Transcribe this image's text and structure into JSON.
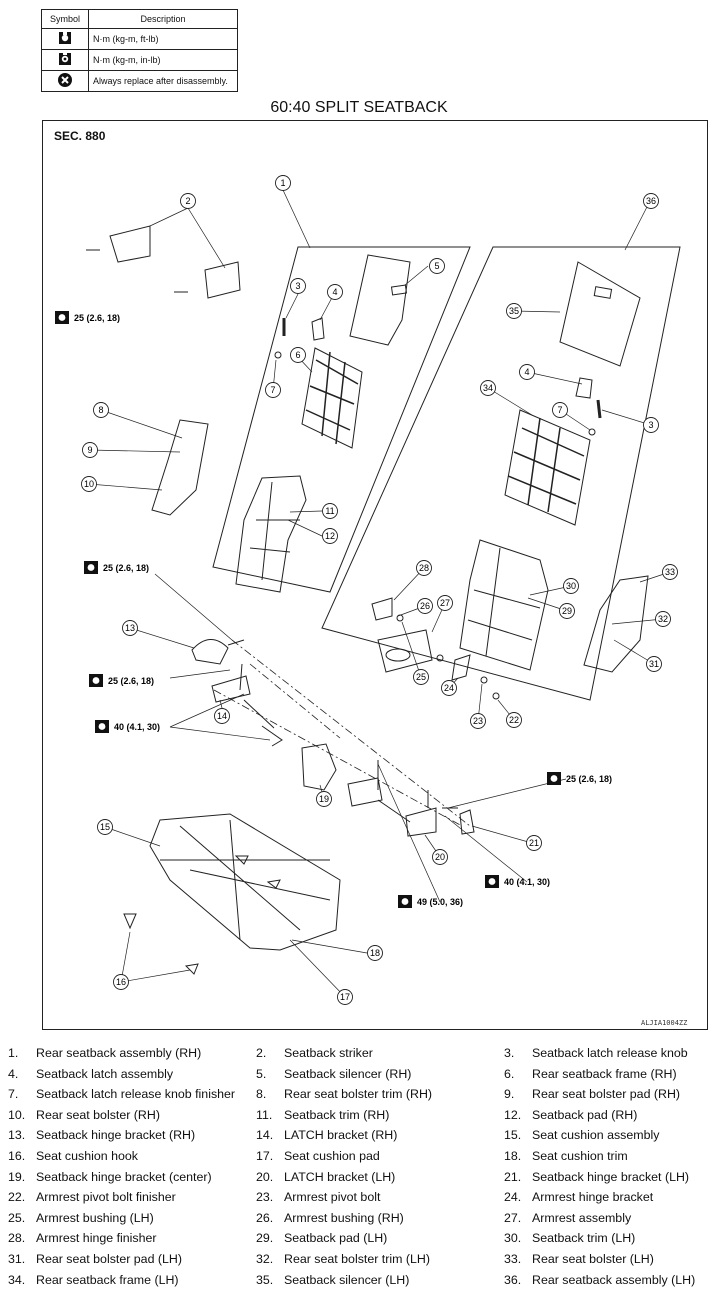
{
  "legend": {
    "headers": [
      "Symbol",
      "Description"
    ],
    "rows": [
      {
        "icon": "torque-wrench-icon",
        "text": "N·m (kg-m, ft-lb)"
      },
      {
        "icon": "torque-wrench-small-icon",
        "text": "N·m (kg-m, in-lb)"
      },
      {
        "icon": "replace-x-icon",
        "text": "Always replace after disassembly."
      }
    ]
  },
  "title": "60:40 SPLIT SEATBACK",
  "section": "SEC. 880",
  "figure_id": "ALJIA1004ZZ",
  "torque_labels": [
    "25 (2.6, 18)",
    "25 (2.6, 18)",
    "25 (2.6, 18)",
    "40 (4.1, 30)",
    "25 (2.6, 18)",
    "40 (4.1, 30)",
    "49 (5.0, 36)"
  ],
  "callouts": [
    "1",
    "2",
    "3",
    "4",
    "5",
    "6",
    "7",
    "8",
    "9",
    "10",
    "11",
    "12",
    "13",
    "14",
    "15",
    "16",
    "17",
    "18",
    "19",
    "20",
    "21",
    "22",
    "23",
    "24",
    "25",
    "26",
    "27",
    "28",
    "29",
    "30",
    "31",
    "32",
    "33",
    "34",
    "35",
    "36",
    "3",
    "4",
    "7",
    "16"
  ],
  "parts": [
    [
      "1.",
      "Rear seatback assembly (RH)",
      "2.",
      "Seatback striker",
      "3.",
      "Seatback latch release knob"
    ],
    [
      "4.",
      "Seatback latch assembly",
      "5.",
      "Seatback silencer (RH)",
      "6.",
      "Rear seatback frame (RH)"
    ],
    [
      "7.",
      "Seatback latch release knob finisher",
      "8.",
      "Rear seat bolster trim (RH)",
      "9.",
      "Rear seat bolster pad (RH)"
    ],
    [
      "10.",
      "Rear seat bolster (RH)",
      "11.",
      "Seatback trim (RH)",
      "12.",
      "Seatback pad (RH)"
    ],
    [
      "13.",
      "Seatback hinge bracket (RH)",
      "14.",
      "LATCH bracket (RH)",
      "15.",
      "Seat cushion assembly"
    ],
    [
      "16.",
      "Seat cushion hook",
      "17.",
      "Seat cushion pad",
      "18.",
      "Seat cushion trim"
    ],
    [
      "19.",
      "Seatback hinge bracket (center)",
      "20.",
      "LATCH bracket (LH)",
      "21.",
      "Seatback hinge bracket (LH)"
    ],
    [
      "22.",
      "Armrest pivot bolt finisher",
      "23.",
      "Armrest pivot bolt",
      "24.",
      "Armrest hinge bracket"
    ],
    [
      "25.",
      "Armrest bushing (LH)",
      "26.",
      "Armrest bushing (RH)",
      "27.",
      "Armrest assembly"
    ],
    [
      "28.",
      "Armrest hinge finisher",
      "29.",
      "Seatback pad (LH)",
      "30.",
      "Seatback trim (LH)"
    ],
    [
      "31.",
      "Rear seat bolster pad (LH)",
      "32.",
      "Rear seat bolster trim (LH)",
      "33.",
      "Rear seat bolster (LH)"
    ],
    [
      "34.",
      "Rear seatback frame (LH)",
      "35.",
      "Seatback silencer (LH)",
      "36.",
      "Rear seatback assembly (LH)"
    ]
  ]
}
